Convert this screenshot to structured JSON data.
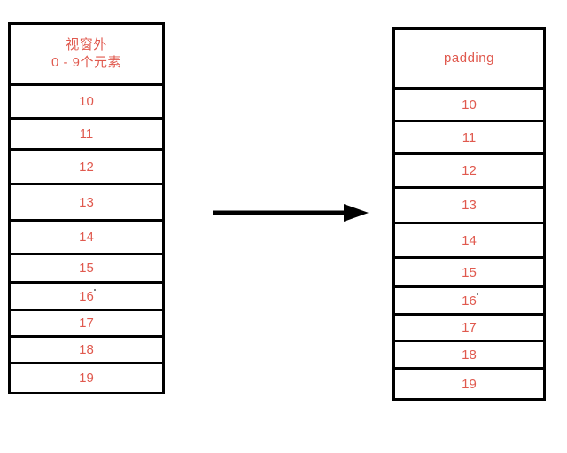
{
  "diagram": {
    "title": "virtual-list-padding-diagram",
    "accent_color": "#e0594e",
    "border_color": "#000000",
    "background_color": "#ffffff"
  },
  "left_column": {
    "header": {
      "line1": "视窗外",
      "line2": "0 - 9个元素"
    },
    "cells": [
      {
        "value": "10"
      },
      {
        "value": "11"
      },
      {
        "value": "12"
      },
      {
        "value": "13"
      },
      {
        "value": "14"
      },
      {
        "value": "15"
      },
      {
        "value": "16"
      },
      {
        "value": "17"
      },
      {
        "value": "18"
      },
      {
        "value": "19"
      }
    ]
  },
  "right_column": {
    "header": {
      "line1": "padding"
    },
    "cells": [
      {
        "value": "10"
      },
      {
        "value": "11"
      },
      {
        "value": "12"
      },
      {
        "value": "13"
      },
      {
        "value": "14"
      },
      {
        "value": "15"
      },
      {
        "value": "16"
      },
      {
        "value": "17"
      },
      {
        "value": "18"
      },
      {
        "value": "19"
      }
    ]
  },
  "arrow": {
    "name": "right-arrow-icon",
    "direction": "right",
    "color": "#000000"
  }
}
